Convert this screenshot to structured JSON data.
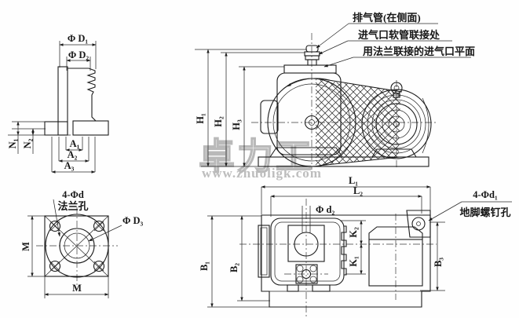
{
  "figure": {
    "type": "engineering-outline-drawing",
    "subject": "rotary vane vacuum pump dimensional drawing",
    "background": "#fefefe",
    "line_color": "#1c1c1c",
    "watermark_color": "#bdbdbd"
  },
  "watermark": {
    "brand": "卓力工",
    "url": "www.zhuoligk.com"
  },
  "section_view": {
    "description": "inlet hose-barb flange cross-section (top-left)",
    "dims": {
      "d1": "Φ D₁",
      "d2": "Φ D₂",
      "n1": "N₁",
      "n2": "N₂",
      "a1": "A₁",
      "a2": "A₂",
      "a3": "A₃"
    }
  },
  "side_view": {
    "description": "pump side elevation with belt guard and motor (top-right)",
    "callouts": {
      "exhaust": "排气管(在侧面)",
      "hose": "进气口软管联接处",
      "flange": "用法兰联接的进气口平面"
    },
    "dims": {
      "h1": "H₁",
      "h2": "H₂",
      "h3": "H₃"
    }
  },
  "flange_view": {
    "description": "inlet flange face view (bottom-left)",
    "labels": {
      "holes": "4-Φd",
      "holes_sub": "法兰孔",
      "d3": "Φ D₃",
      "m_left": "M",
      "m_bottom": "M"
    }
  },
  "plan_view": {
    "description": "pump top plan view on base plate (bottom-right)",
    "dims": {
      "l1": "L₁",
      "l2": "L₂",
      "d2": "Φ d₂",
      "k2": "K₂",
      "k1": "K₁",
      "b1": "B₁",
      "b2": "B₂",
      "b3": "B₃"
    },
    "labels": {
      "anchor": "4-Φd₁",
      "anchor_sub": "地脚螺钉孔"
    }
  }
}
